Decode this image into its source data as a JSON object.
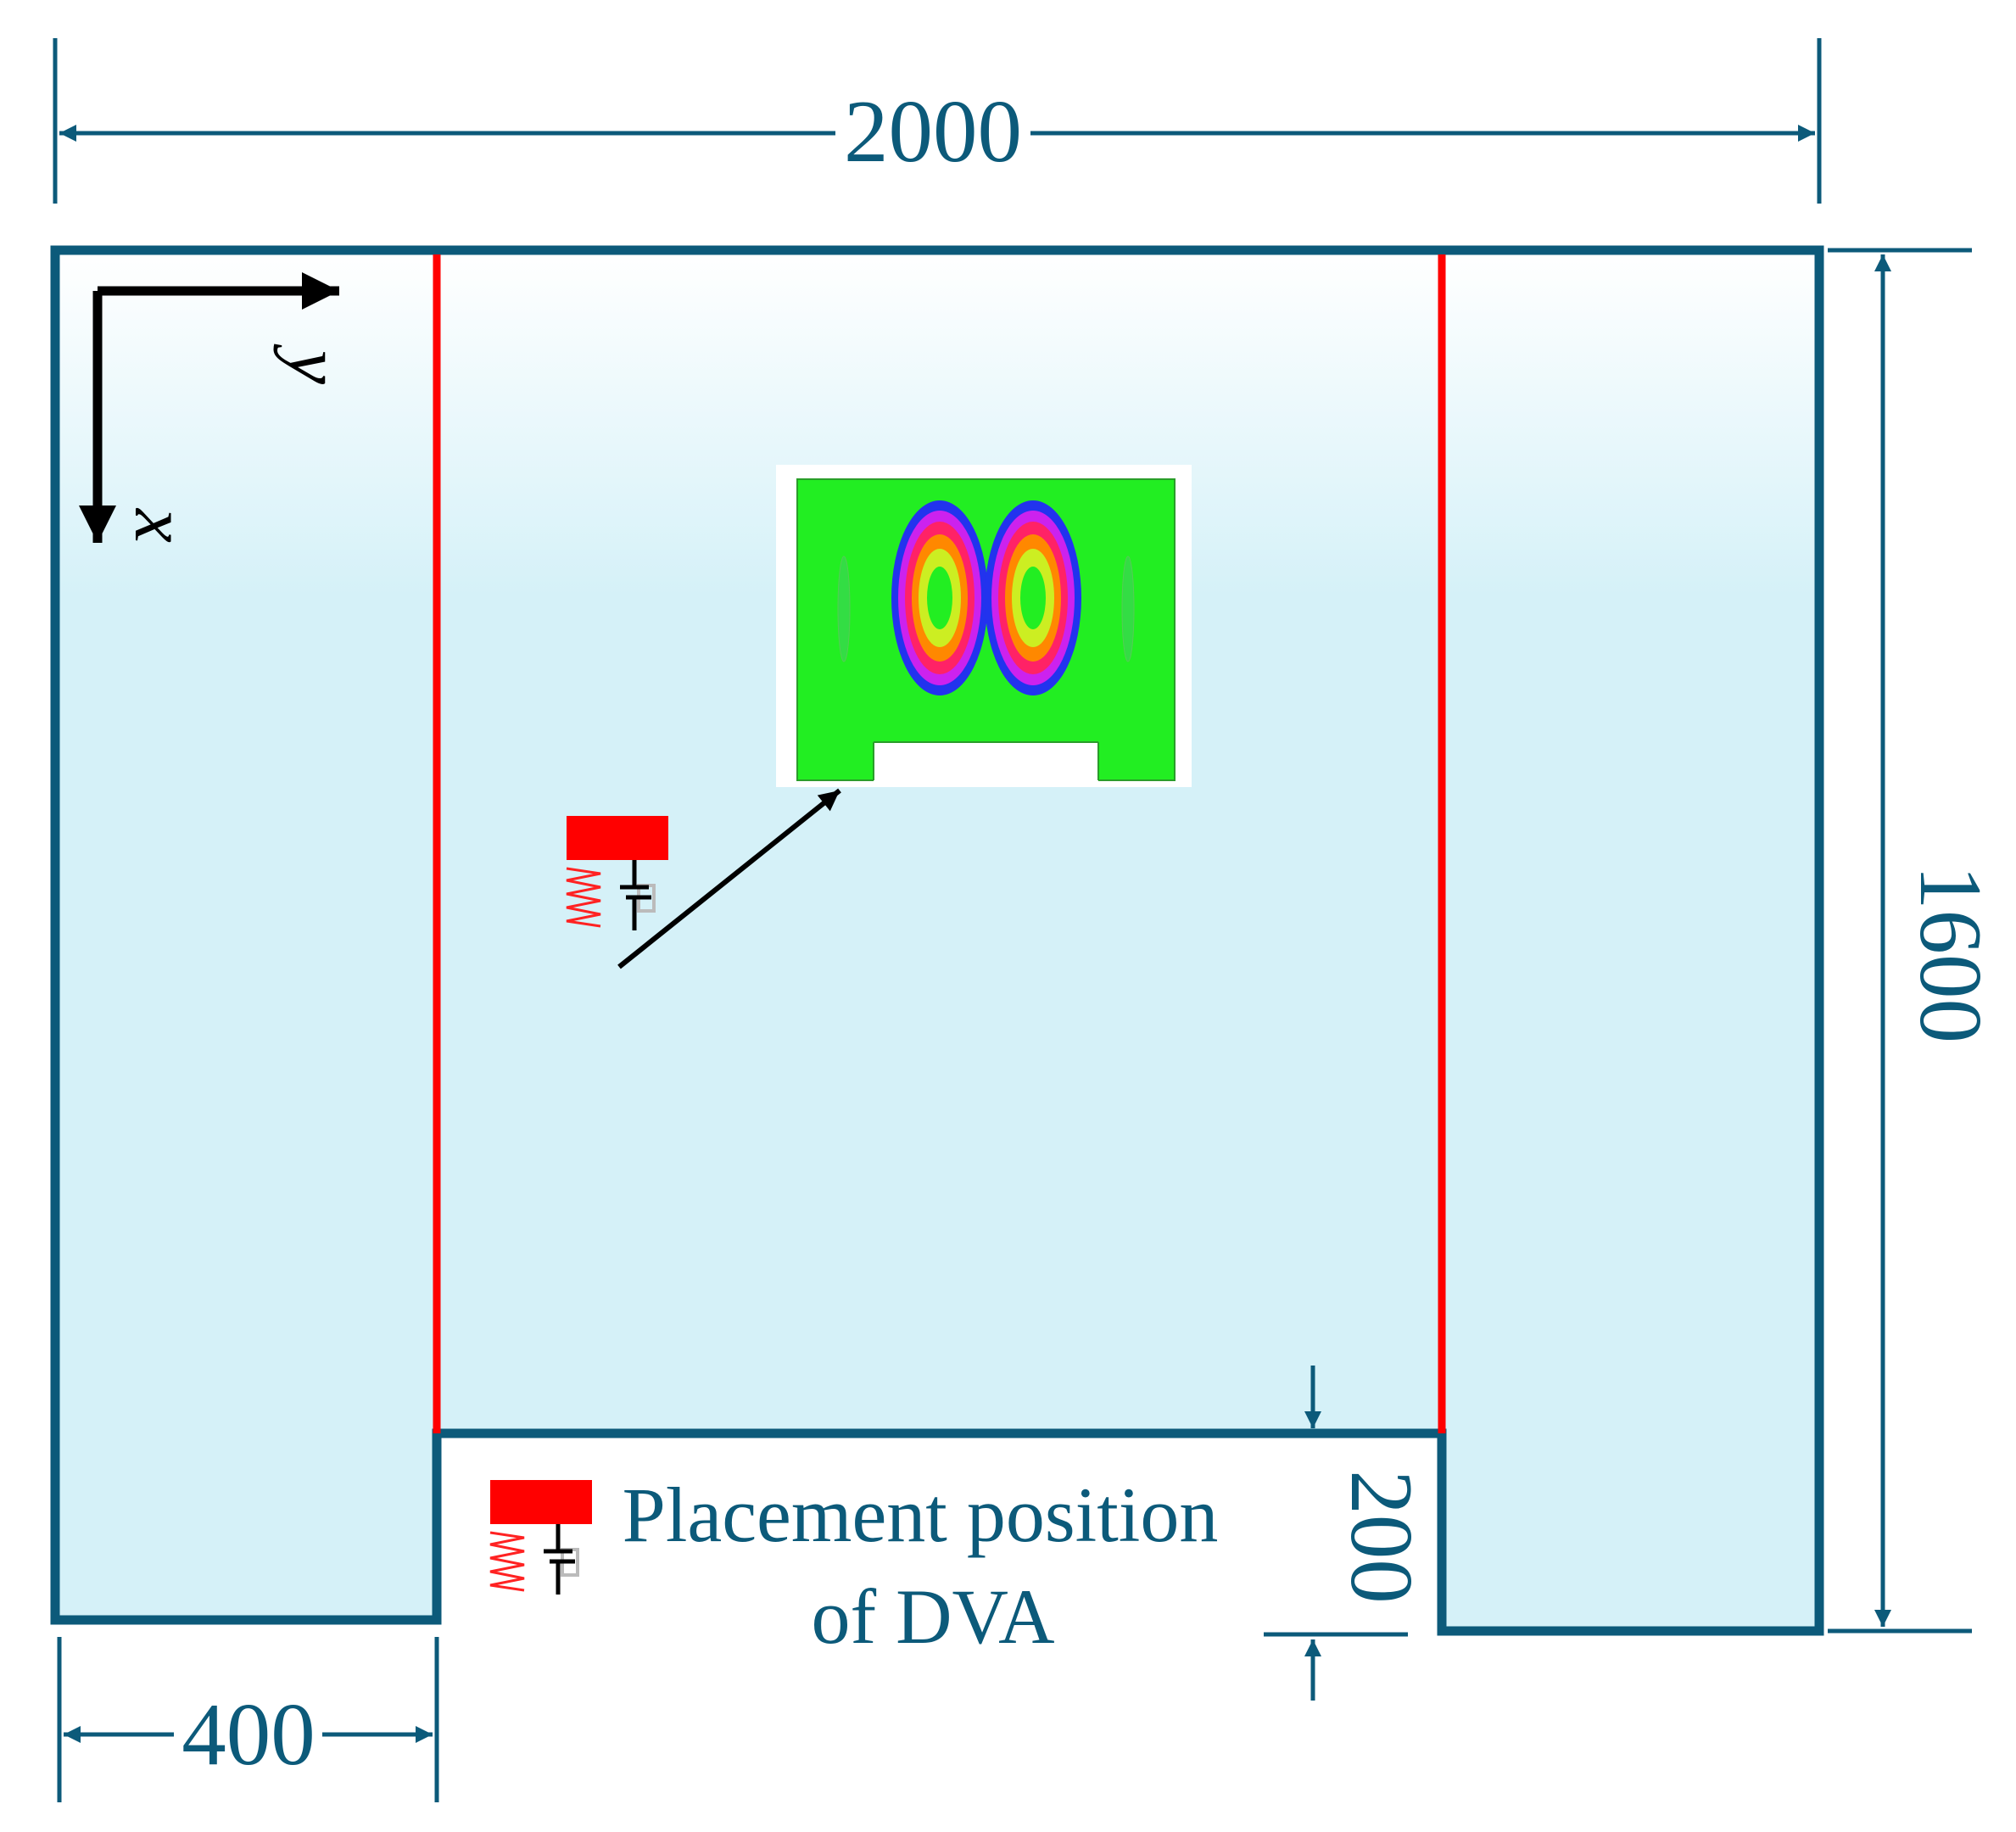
{
  "dimensions": {
    "overall_width": "2000",
    "overall_height": "1600",
    "leg_width": "400",
    "notch_depth": "200"
  },
  "axes": {
    "horizontal": "y",
    "vertical": "x"
  },
  "label": {
    "line1": "Placement position",
    "line2": "of DVA"
  },
  "colors": {
    "outline": "#0c5a7a",
    "plate_fill": "#d5f1f8",
    "slit_line": "#ff0000",
    "dva_mass": "#ff0000",
    "mode_shape_background": "#22ee22"
  },
  "icons": {
    "dva": "spring-mass-damper-icon",
    "coordinate_system": "axis-arrows-icon",
    "mode_shape": "mode-shape-contour-icon"
  }
}
